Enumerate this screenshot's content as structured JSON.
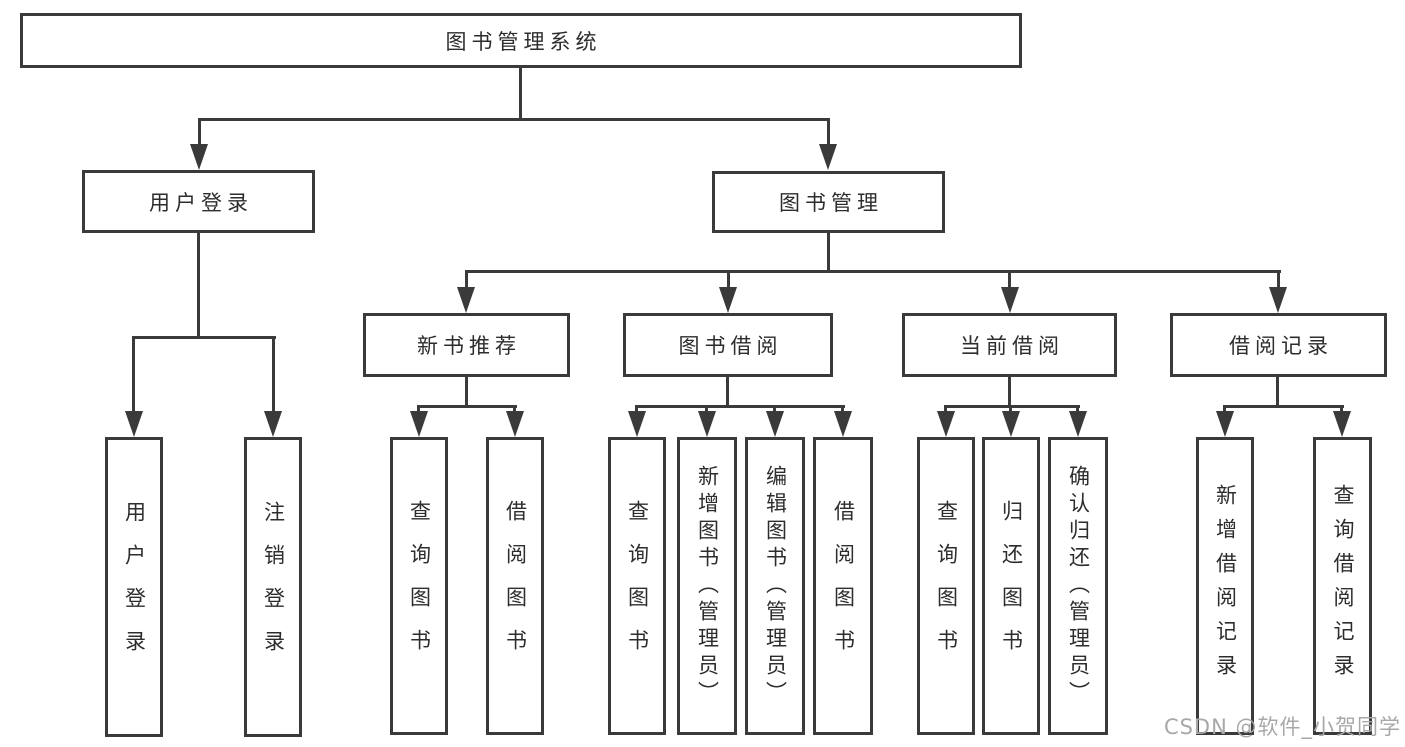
{
  "tree": {
    "root": {
      "label": "图书管理系统"
    },
    "branches": [
      {
        "label": "用户登录",
        "children": [
          {
            "label": "用户登录"
          },
          {
            "label": "注销登录"
          }
        ]
      },
      {
        "label": "图书管理",
        "groups": [
          {
            "label": "新书推荐",
            "children": [
              {
                "label": "查询图书"
              },
              {
                "label": "借阅图书"
              }
            ]
          },
          {
            "label": "图书借阅",
            "children": [
              {
                "label": "查询图书"
              },
              {
                "label": "新增图书（管理员）"
              },
              {
                "label": "编辑图书（管理员）"
              },
              {
                "label": "借阅图书"
              }
            ]
          },
          {
            "label": "当前借阅",
            "children": [
              {
                "label": "查询图书"
              },
              {
                "label": "归还图书"
              },
              {
                "label": "确认归还（管理员）"
              }
            ]
          },
          {
            "label": "借阅记录",
            "children": [
              {
                "label": "新增借阅记录"
              },
              {
                "label": "查询借阅记录"
              }
            ]
          }
        ]
      }
    ]
  },
  "watermark": {
    "text": "CSDN @软件_小贺同学"
  },
  "colors": {
    "line": "#3a3a3a",
    "text": "#2d2d2d",
    "watermark": "#a8a8a8",
    "background": "#ffffff"
  }
}
